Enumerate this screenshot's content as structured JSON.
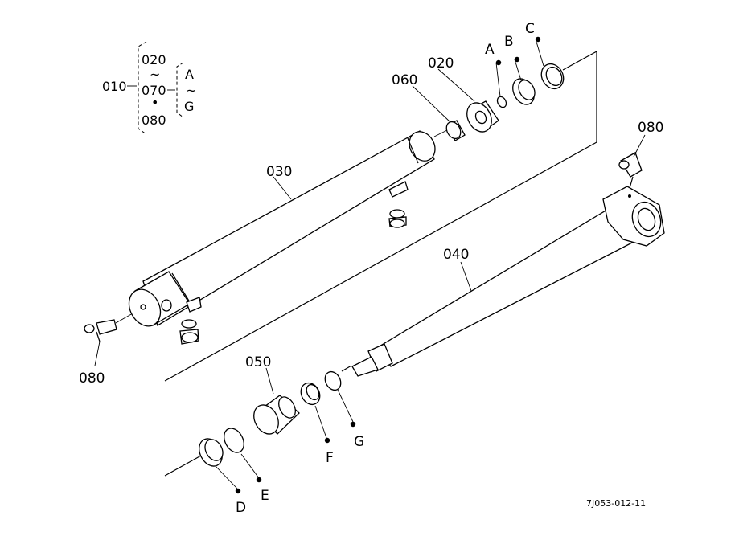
{
  "legend": {
    "assembly": "010",
    "range_start": "020",
    "range_tilde": "~",
    "range_end": "070",
    "separator_dot": "•",
    "extra": "080",
    "sub_start": "A",
    "sub_tilde": "~",
    "sub_end": "G"
  },
  "parts": {
    "p020": "020",
    "p030": "030",
    "p040": "040",
    "p050": "050",
    "p060": "060",
    "p080_left": "080",
    "p080_right": "080",
    "pA": "A",
    "pB": "B",
    "pC": "C",
    "pD": "D",
    "pE": "E",
    "pF": "F",
    "pG": "G"
  },
  "reference_code": "7J053-012-11"
}
